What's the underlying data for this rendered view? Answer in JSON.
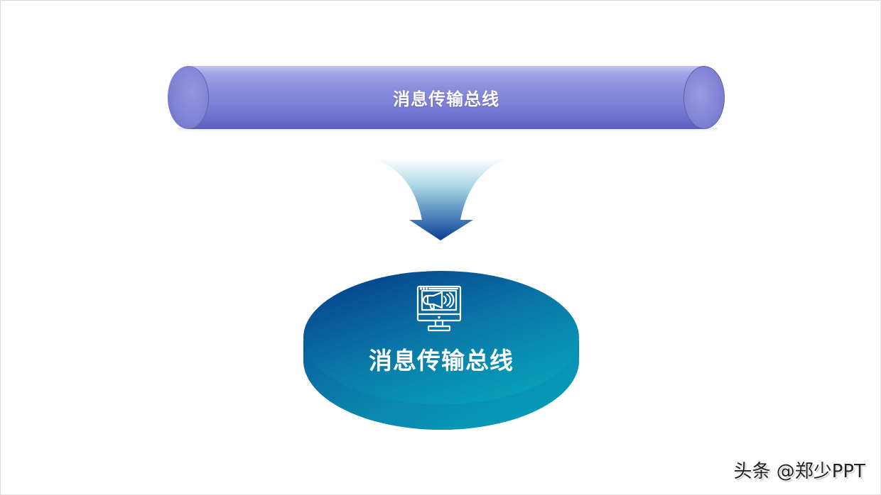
{
  "diagram": {
    "top_bus": {
      "label": "消息传输总线",
      "shape": "horizontal-cylinder",
      "color": "#8183d7"
    },
    "arrow": {
      "direction": "down",
      "gradient_top": "#ffffff",
      "gradient_bottom": "#0a3d8f"
    },
    "bottom_disc": {
      "label": "消息传输总线",
      "icon": "monitor-megaphone-icon",
      "gradient_start": "#05458d",
      "gradient_end": "#05a7bd"
    }
  },
  "watermark": {
    "text": "头条 @郑少PPT"
  }
}
